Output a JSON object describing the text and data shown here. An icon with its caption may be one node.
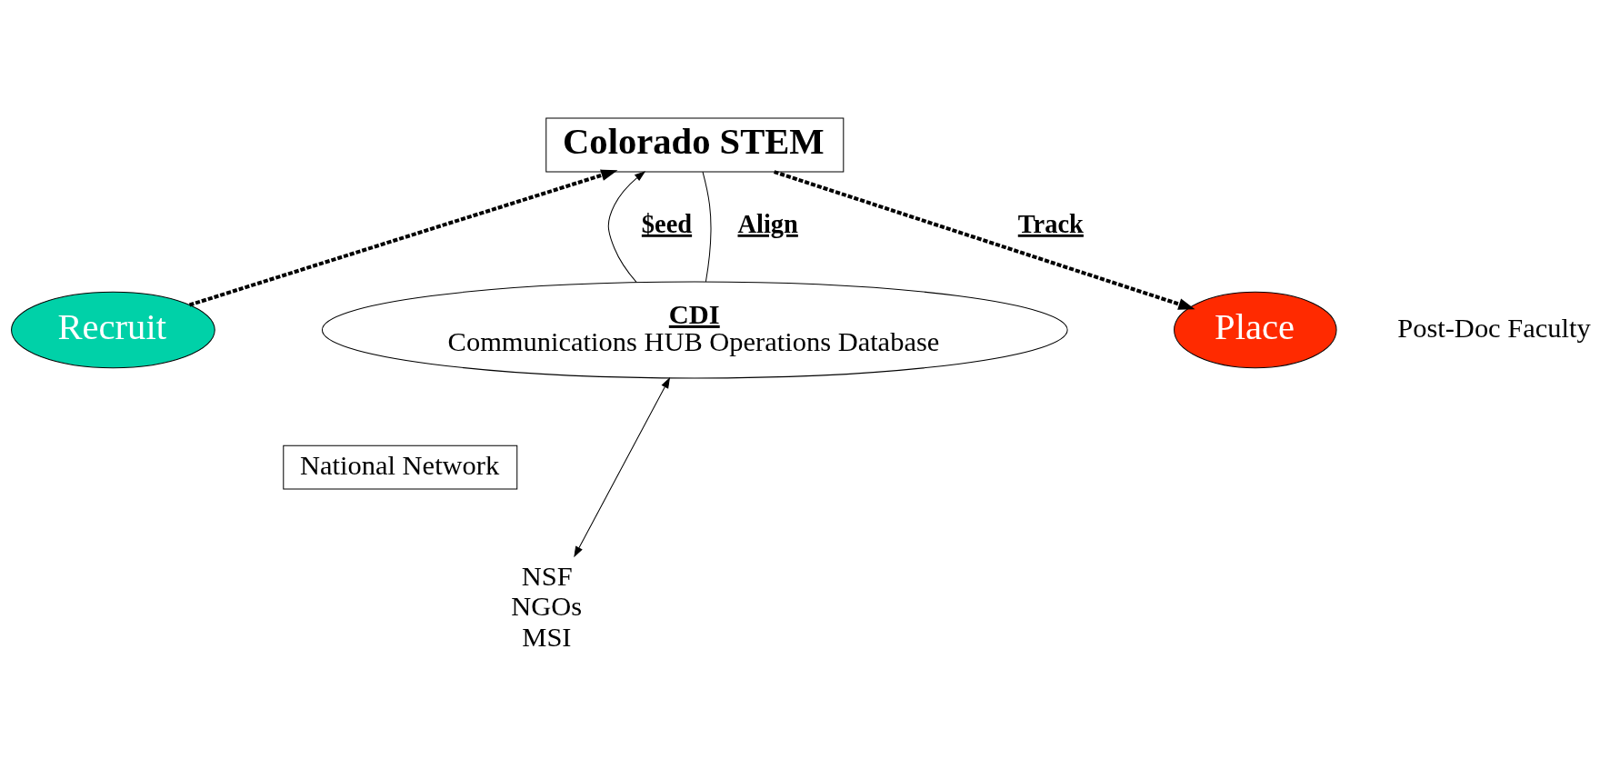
{
  "diagram": {
    "nodes": [
      {
        "text": [
          "Colorado STEM"
        ]
      },
      {
        "text": [
          "Recruit"
        ]
      },
      {
        "text": [
          "National Network"
        ]
      },
      {
        "text": [
          "NSF",
          "NGOs",
          "MSI"
        ]
      },
      {
        "text": [
          "CDI",
          "Communications HUB Operations Database"
        ]
      },
      {
        "text": [
          "Place"
        ],
        "beside": [
          "Post-Doc Faculty"
        ]
      }
    ],
    "edges": [
      {
        "from": 1,
        "to": 0,
        "arrow": "to",
        "style": "dashed"
      },
      {
        "from": 4,
        "to": 0,
        "arrow": "to",
        "label": "$eed"
      },
      {
        "from": 4,
        "to": 0,
        "arrow": "none",
        "label": "Align"
      },
      {
        "from": 0,
        "to": 5,
        "arrow": "to",
        "label": "Track",
        "style": "dashed"
      },
      {
        "from": 3,
        "to": 4,
        "arrow": "both"
      }
    ]
  }
}
